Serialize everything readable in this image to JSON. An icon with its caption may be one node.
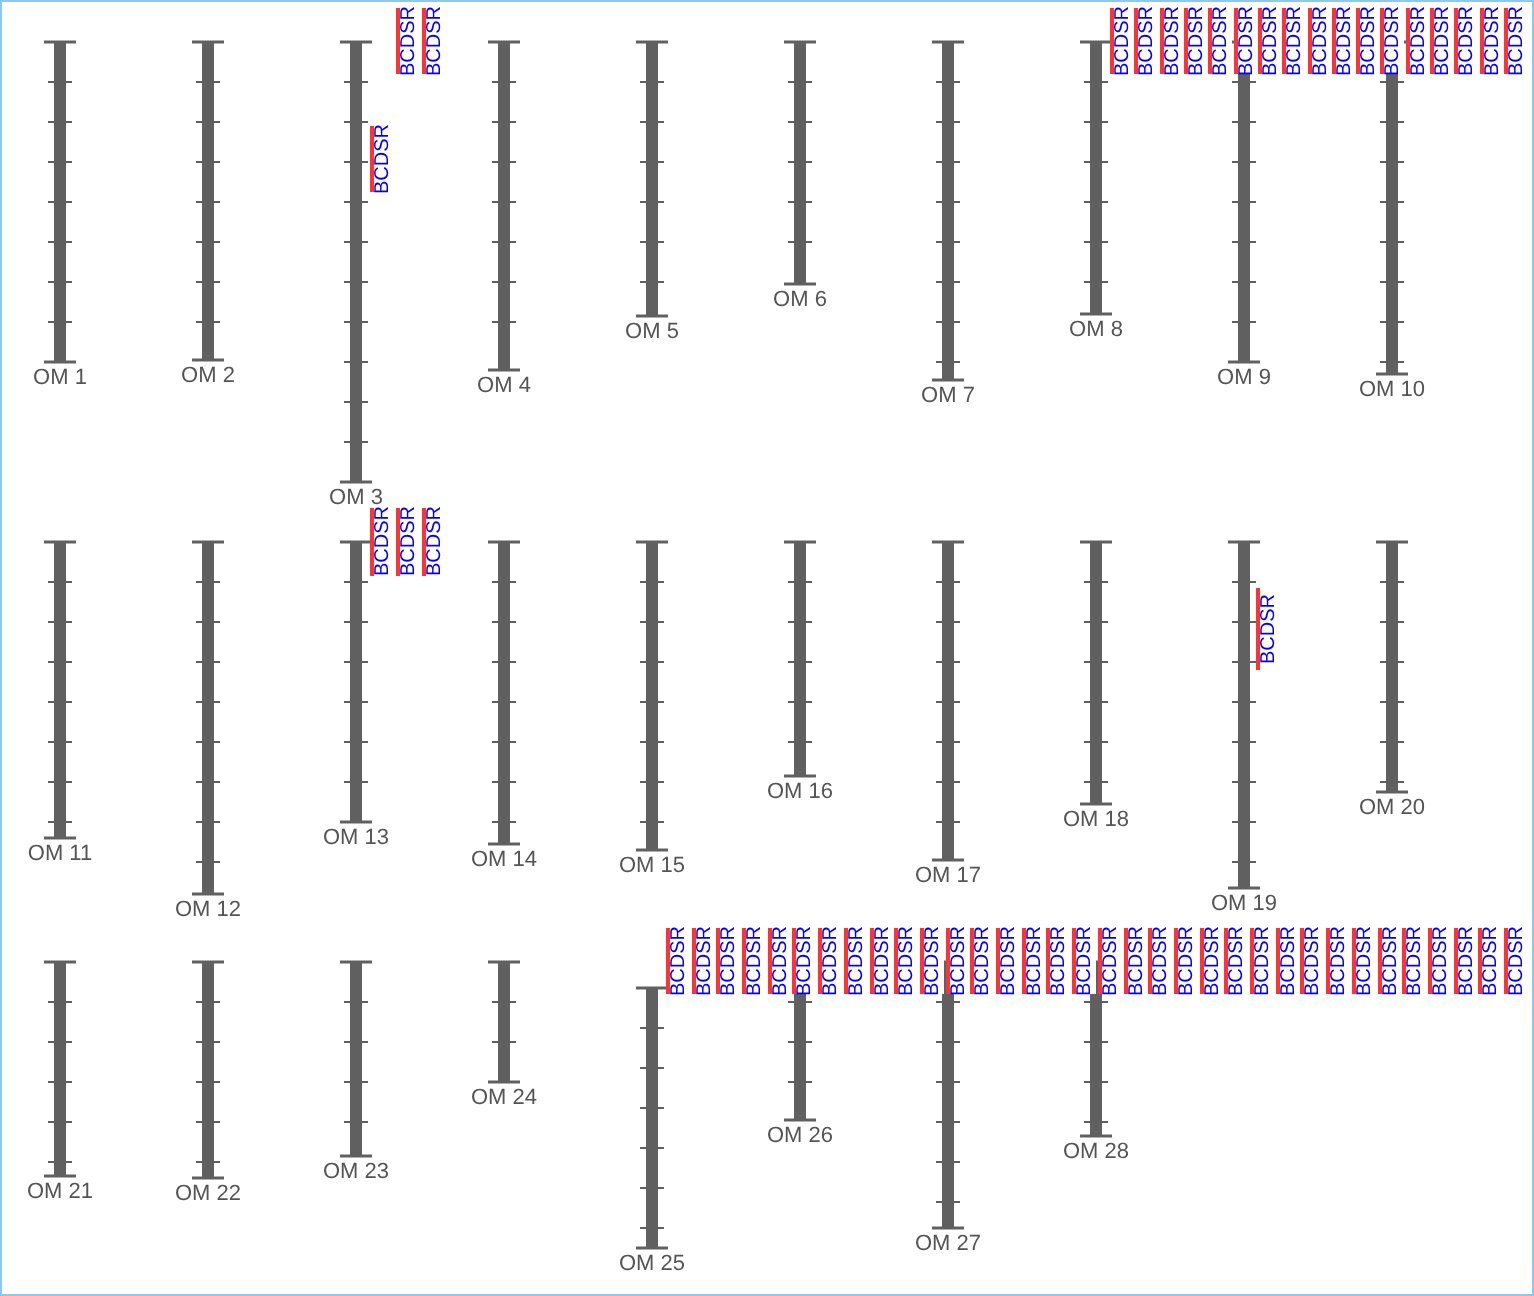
{
  "diagram": {
    "nodes": [
      {
        "text": [
          "OM 1"
        ]
      },
      {
        "text": [
          "OM 2"
        ]
      },
      {
        "text": [
          "OM 3"
        ]
      },
      {
        "text": [
          "OM 4"
        ]
      },
      {
        "text": [
          "OM 5"
        ]
      },
      {
        "text": [
          "OM 6"
        ]
      },
      {
        "text": [
          "OM 7"
        ]
      },
      {
        "text": [
          "OM 8"
        ]
      },
      {
        "text": [
          "OM 9"
        ]
      },
      {
        "text": [
          "OM 10"
        ]
      },
      {
        "text": [
          "OM 11"
        ]
      },
      {
        "text": [
          "OM 12"
        ]
      },
      {
        "text": [
          "OM 13"
        ]
      },
      {
        "text": [
          "OM 14"
        ]
      },
      {
        "text": [
          "OM 15"
        ]
      },
      {
        "text": [
          "OM 16"
        ]
      },
      {
        "text": [
          "OM 17"
        ]
      },
      {
        "text": [
          "OM 18"
        ]
      },
      {
        "text": [
          "OM 19"
        ]
      },
      {
        "text": [
          "OM 20"
        ]
      },
      {
        "text": [
          "OM 21"
        ]
      },
      {
        "text": [
          "OM 22"
        ]
      },
      {
        "text": [
          "OM 23"
        ]
      },
      {
        "text": [
          "OM 24"
        ]
      },
      {
        "text": [
          "OM 25"
        ]
      },
      {
        "text": [
          "OM 26"
        ]
      },
      {
        "text": [
          "OM 27"
        ]
      },
      {
        "text": [
          "OM 28"
        ]
      }
    ],
    "labels": [
      "BCDSR",
      "BCDSR",
      "BCDSR",
      "BCDSR",
      "BCDSR",
      "BCDSR",
      "BCDSR",
      "BCDSR",
      "BCDSR",
      "BCDSR",
      "BCDSR",
      "BCDSR",
      "BCDSR",
      "BCDSR",
      "BCDSR",
      "BCDSR",
      "BCDSR",
      "BCDSR",
      "BCDSR",
      "BCDSR",
      "BCDSR",
      "BCDSR",
      "BCDSR",
      "BCDSR",
      "BCDSR",
      "BCDSR",
      "BCDSR",
      "BCDSR",
      "BCDSR",
      "BCDSR",
      "BCDSR",
      "BCDSR",
      "BCDSR",
      "BCDSR",
      "BCDSR",
      "BCDSR",
      "BCDSR",
      "BCDSR",
      "BCDSR",
      "BCDSR",
      "BCDSR",
      "BCDSR",
      "BCDSR",
      "BCDSR",
      "BCDSR",
      "BCDSR",
      "BCDSR",
      "BCDSR",
      "BCDSR",
      "BCDSR",
      "BCDSR",
      "BCDSR",
      "BCDSR",
      "BCDSR",
      "BCDSR",
      "BCDSR",
      "BCDSR",
      "BCDSR"
    ]
  }
}
